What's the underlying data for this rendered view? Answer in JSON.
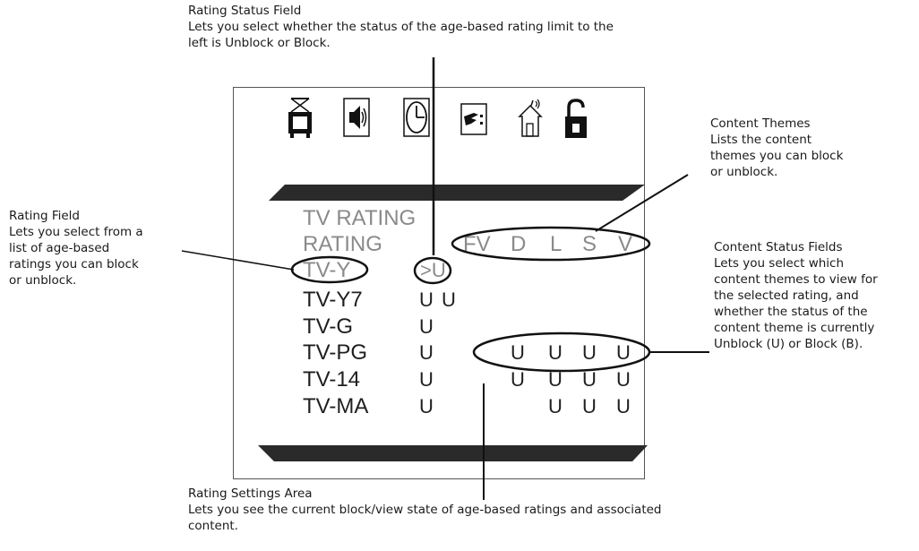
{
  "callouts": {
    "rating_status": {
      "title": "Rating Status Field",
      "description": "Lets you select whether the status of the age-based rating limit to the\nleft is Unblock or Block."
    },
    "content_themes": {
      "title": "Content Themes",
      "description": "Lists the content\nthemes you can block\nor unblock."
    },
    "rating_field": {
      "title": "Rating Field",
      "description": "Lets you select from a\nlist of age-based\nratings you can block\nor unblock."
    },
    "content_status": {
      "title": "Content Status Fields",
      "description": "Lets you select which\ncontent themes to view for\nthe selected rating, and\nwhether the status of the\ncontent theme is currently\nUnblock (U) or Block (B)."
    },
    "rating_settings": {
      "title": "Rating Settings Area",
      "description": "Lets you see the current block/view state of age-based ratings and associated\ncontent."
    }
  },
  "menu": {
    "icons": [
      "tv-icon",
      "speaker-icon",
      "clock-icon",
      "pointing-hand-icon",
      "house-antenna-icon",
      "padlock-icon"
    ]
  },
  "screen": {
    "title": "TV RATING",
    "header_label": "RATING",
    "themes": [
      "FV",
      "D",
      "L",
      "S",
      "V"
    ],
    "rows": [
      {
        "rating": "TV-Y",
        "status": ">U",
        "fv": "",
        "d": "",
        "l": "",
        "s": "",
        "v": ""
      },
      {
        "rating": "TV-Y7",
        "status": "U",
        "fv": "U",
        "d": "",
        "l": "",
        "s": "",
        "v": ""
      },
      {
        "rating": "TV-G",
        "status": "U",
        "fv": "",
        "d": "",
        "l": "",
        "s": "",
        "v": ""
      },
      {
        "rating": "TV-PG",
        "status": "U",
        "fv": "",
        "d": "U",
        "l": "U",
        "s": "U",
        "v": "U"
      },
      {
        "rating": "TV-14",
        "status": "U",
        "fv": "",
        "d": "U",
        "l": "U",
        "s": "U",
        "v": "U"
      },
      {
        "rating": "TV-MA",
        "status": "U",
        "fv": "",
        "d": "",
        "l": "U",
        "s": "U",
        "v": "U"
      }
    ]
  }
}
